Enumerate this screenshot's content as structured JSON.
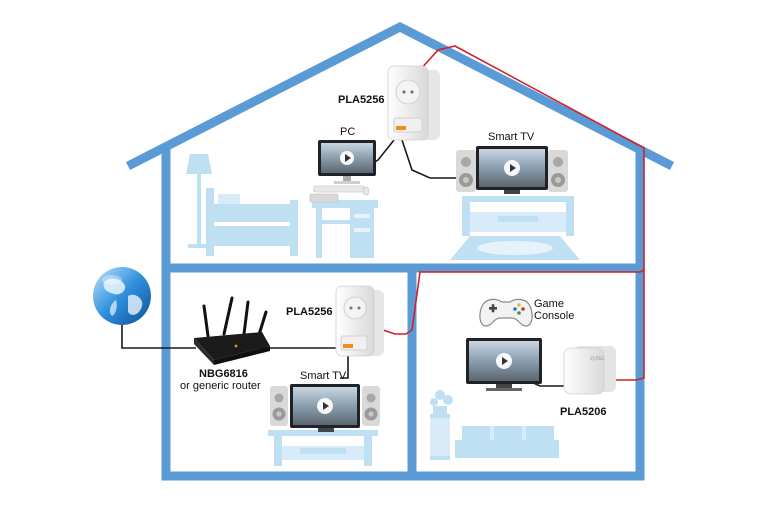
{
  "labels": {
    "top_adapter": "PLA5256",
    "pc": "PC",
    "smart_tv_top": "Smart TV",
    "mid_adapter": "PLA5256",
    "smart_tv_bottom": "Smart TV",
    "router_model": "NBG6816",
    "router_desc": "or generic router",
    "game_console_line1": "Game",
    "game_console_line2": "Console",
    "right_adapter": "PLA5206",
    "adapter_brand": "ZyXEL"
  },
  "colors": {
    "house_outline": "#5b9bd5",
    "furniture": "#bfe0f3",
    "furniture_dark": "#9ccbe8",
    "powerline_wire": "#d0202c",
    "ethernet_cable": "#1a1a1a",
    "adapter_led": "#f28c1e"
  },
  "icons": {
    "internet": "globe-icon",
    "router": "router-icon",
    "adapter": "powerline-adapter-icon",
    "tv": "smart-tv-icon",
    "pc": "desktop-pc-icon",
    "game": "gamepad-icon",
    "speaker": "speaker-icon"
  }
}
